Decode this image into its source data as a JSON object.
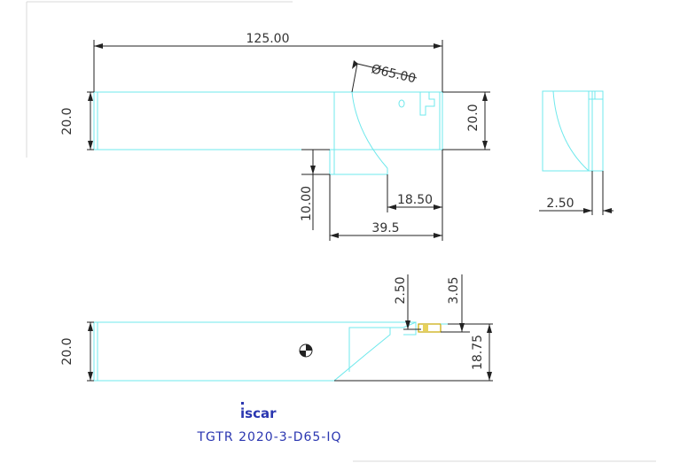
{
  "dimensions": {
    "overall_length": "125.00",
    "diameter": "Ø65.00",
    "shank_height_left": "20.0",
    "shank_height_right": "20.0",
    "head_offset": "10.00",
    "groove_length": "18.50",
    "head_length": "39.5",
    "end_width": "2.50",
    "bottom_height_left": "20.0",
    "insert_width": "2.50",
    "insert_depth": "3.05",
    "bottom_height_right": "18.75"
  },
  "brand": {
    "logo": "iscar",
    "part_number": "TGTR 2020-3-D65-IQ"
  },
  "colors": {
    "outline": "#6fe8ec",
    "dimension": "#222222",
    "caption": "#2a36b0",
    "insert": "#c8a800"
  }
}
